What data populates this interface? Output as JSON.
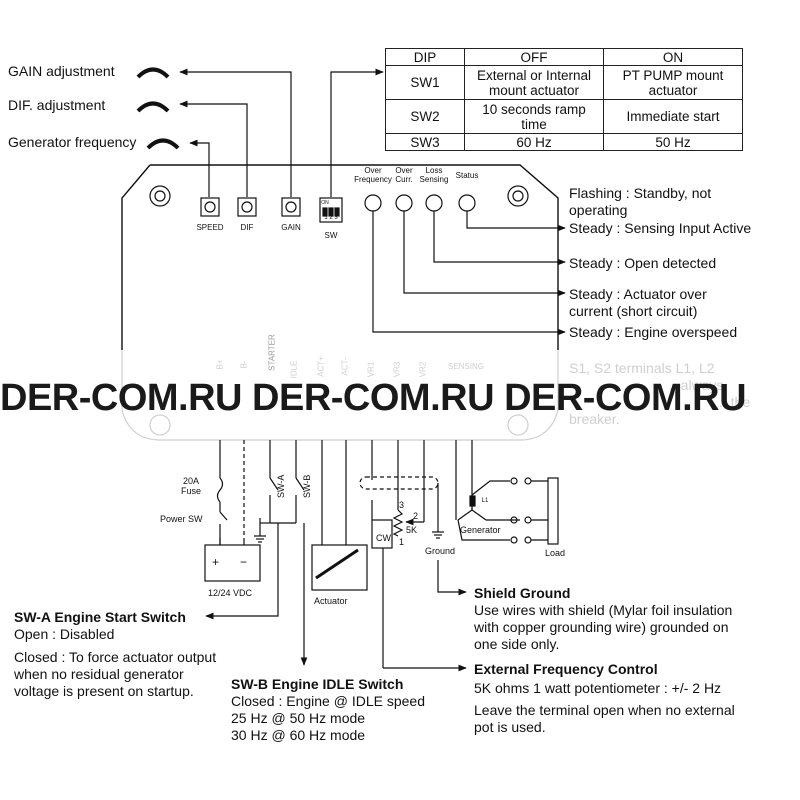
{
  "adjustments": {
    "gain": "GAIN adjustment",
    "dif": "DIF. adjustment",
    "freq": "Generator frequency"
  },
  "controller": {
    "speed": "SPEED",
    "dif": "DIF",
    "gain": "GAIN",
    "sw": "SW",
    "dip_on": "ON",
    "dip_nums": "1 2 3",
    "led_over_freq_1": "Over",
    "led_over_freq_2": "Frequency",
    "led_over_curr_1": "Over",
    "led_over_curr_2": "Curr.",
    "led_loss_1": "Loss",
    "led_loss_2": "Sensing",
    "led_status": "Status",
    "terminal_starter": "STARTER",
    "terminal_idle": "IDLE",
    "terminal_act_plus": "ACT+",
    "terminal_act_minus": "ACT-",
    "terminal_vr1": "VR1",
    "terminal_vr3": "VR3",
    "terminal_vr2": "VR2",
    "terminal_sensing": "SENSING",
    "terminal_b_plus": "B+",
    "terminal_b_minus": "B-"
  },
  "dip_table": {
    "headers": [
      "DIP",
      "OFF",
      "ON"
    ],
    "rows": [
      {
        "dip": "SW1",
        "off_1": "External or Internal",
        "off_2": "mount actuator",
        "on_1": "PT PUMP mount",
        "on_2": "actuator"
      },
      {
        "dip": "SW2",
        "off_1": "10 seconds ramp",
        "off_2": "time",
        "on_1": "Immediate start",
        "on_2": ""
      },
      {
        "dip": "SW3",
        "off_1": "60 Hz",
        "off_2": "",
        "on_1": "50 Hz",
        "on_2": ""
      }
    ]
  },
  "status_notes": {
    "flashing_1": "Flashing : Standby, not",
    "flashing_2": "operating",
    "sensing_active": "Steady : Sensing Input Active",
    "open_detected": "Steady : Open detected",
    "overcurrent_1": "Steady : Actuator over",
    "overcurrent_2": "current (short circuit)",
    "overspeed": "Steady : Engine overspeed",
    "terminals_1": "S1, S2 terminals L1, L2",
    "terminals_2": "...always",
    "terminals_3": "...the",
    "terminals_4": "breaker."
  },
  "watermark": "DER-COM.RU DER-COM.RU DER-COM.RU",
  "wiring": {
    "fuse": "20A",
    "fuse_2": "Fuse",
    "power_sw": "Power SW",
    "battery_plus": "+",
    "battery_minus": "−",
    "battery_voltage": "12/24 VDC",
    "sw_a": "SW-A",
    "sw_b": "SW-B",
    "actuator": "Actuator",
    "pot_cw": "CW",
    "pot_3": "3",
    "pot_2": "2",
    "pot_1": "1",
    "pot_5k": "5K",
    "ground": "Ground",
    "generator": "Generator",
    "generator_l1": "L1",
    "load": "Load"
  },
  "notes": {
    "sw_a_title": "SW-A Engine Start Switch",
    "sw_a_open": "Open : Disabled",
    "sw_a_closed_1": "Closed : To force actuator output",
    "sw_a_closed_2": "when no residual generator",
    "sw_a_closed_3": "voltage is present on startup.",
    "sw_b_title": "SW-B Engine IDLE Switch",
    "sw_b_1": "Closed : Engine @ IDLE speed",
    "sw_b_2": "25 Hz @ 50 Hz mode",
    "sw_b_3": "30 Hz @ 60 Hz mode",
    "shield_title": "Shield Ground",
    "shield_1": "Use wires with shield (Mylar foil insulation",
    "shield_2": "with copper grounding wire) grounded on",
    "shield_3": "one side only.",
    "efc_title": "External Frequency Control",
    "efc_1": "5K ohms 1 watt potentiometer : +/- 2 Hz",
    "efc_2": "Leave the terminal open when no external",
    "efc_3": "pot is used."
  }
}
